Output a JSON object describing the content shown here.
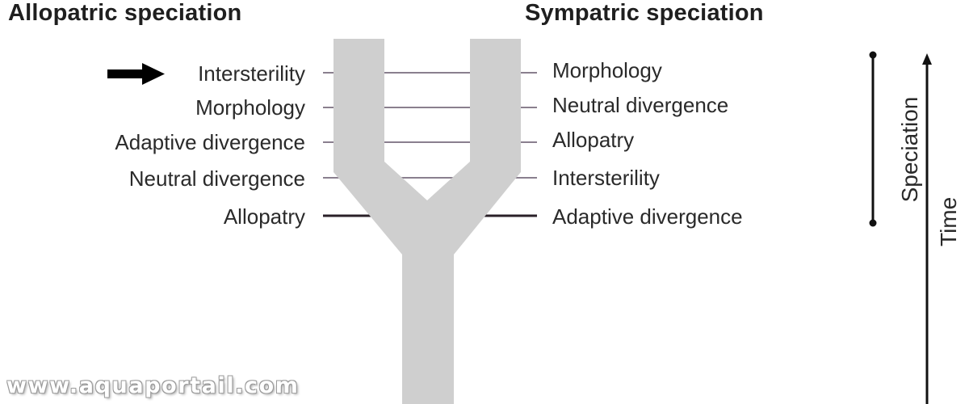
{
  "titles": {
    "left": "Allopatric speciation",
    "right": "Sympatric speciation"
  },
  "left_stages": [
    "Intersterility",
    "Morphology",
    "Adaptive divergence",
    "Neutral divergence",
    "Allopatry"
  ],
  "right_stages": [
    "Morphology",
    "Neutral divergence",
    "Allopatry",
    "Intersterility",
    "Adaptive divergence"
  ],
  "speciation_label": "Speciation",
  "time_label": "Time",
  "watermark": "www.aquaportail.com",
  "colors": {
    "tree": "#cfcfcf",
    "line_light": "#8a7f8e",
    "line_dark": "#2a2028",
    "text": "#2a2a2a"
  }
}
